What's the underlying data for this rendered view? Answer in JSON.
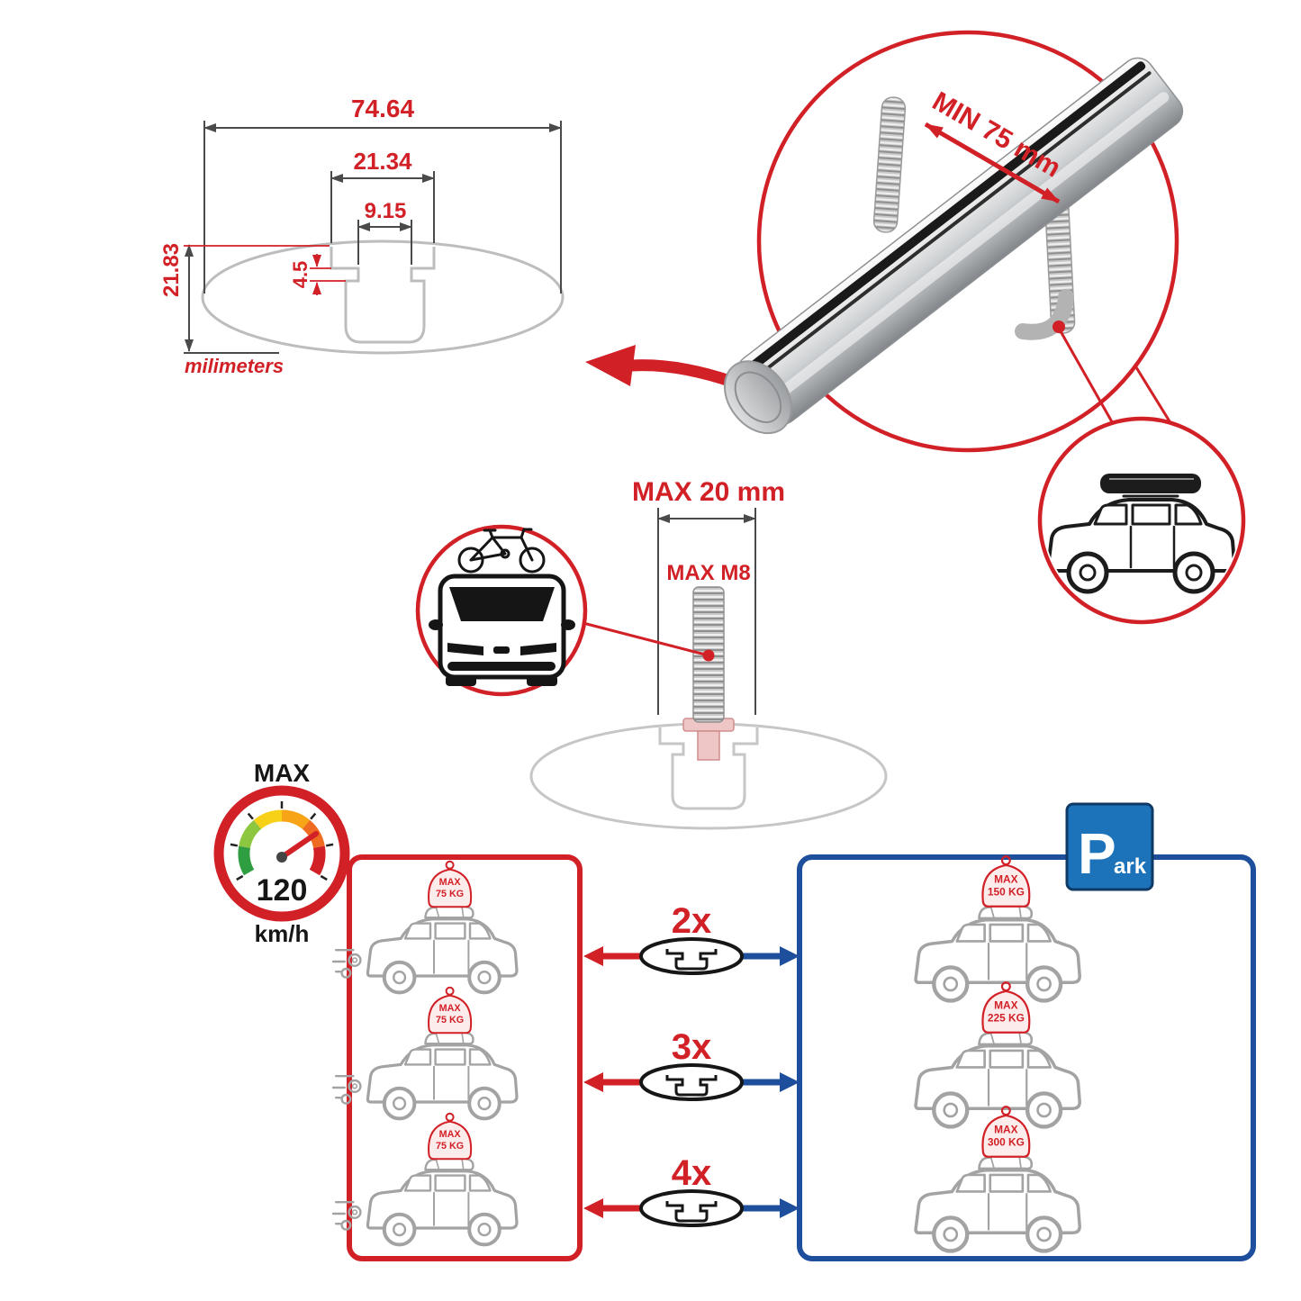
{
  "colors": {
    "accent_red": "#d22027",
    "accent_blue": "#1e4f9d",
    "park_blue": "#1d73b9",
    "metal_gray": "#b5b5b5"
  },
  "dimension_diagram": {
    "total_width": "74.64",
    "channel_width": "21.34",
    "slot_width": "9.15",
    "step_depth": "4.5",
    "total_height": "21.83",
    "units_label": "milimeters"
  },
  "bar_callout": {
    "min_clamp_span": "MIN 75 mm"
  },
  "bolt_callout": {
    "max_length": "MAX 20 mm",
    "max_thread": "MAX M8"
  },
  "speed_limit": {
    "label": "MAX",
    "value": "120",
    "unit": "km/h"
  },
  "parking_sign": {
    "letter": "P",
    "suffix": "ark"
  },
  "load_table": {
    "counts": [
      "2x",
      "3x",
      "4x"
    ],
    "moving_cars": [
      {
        "tag_label": "MAX",
        "tag_value": "75 KG"
      },
      {
        "tag_label": "MAX",
        "tag_value": "75 KG"
      },
      {
        "tag_label": "MAX",
        "tag_value": "75 KG"
      }
    ],
    "parked_cars": [
      {
        "tag_label": "MAX",
        "tag_value": "150 KG"
      },
      {
        "tag_label": "MAX",
        "tag_value": "225 KG"
      },
      {
        "tag_label": "MAX",
        "tag_value": "300 KG"
      }
    ]
  }
}
